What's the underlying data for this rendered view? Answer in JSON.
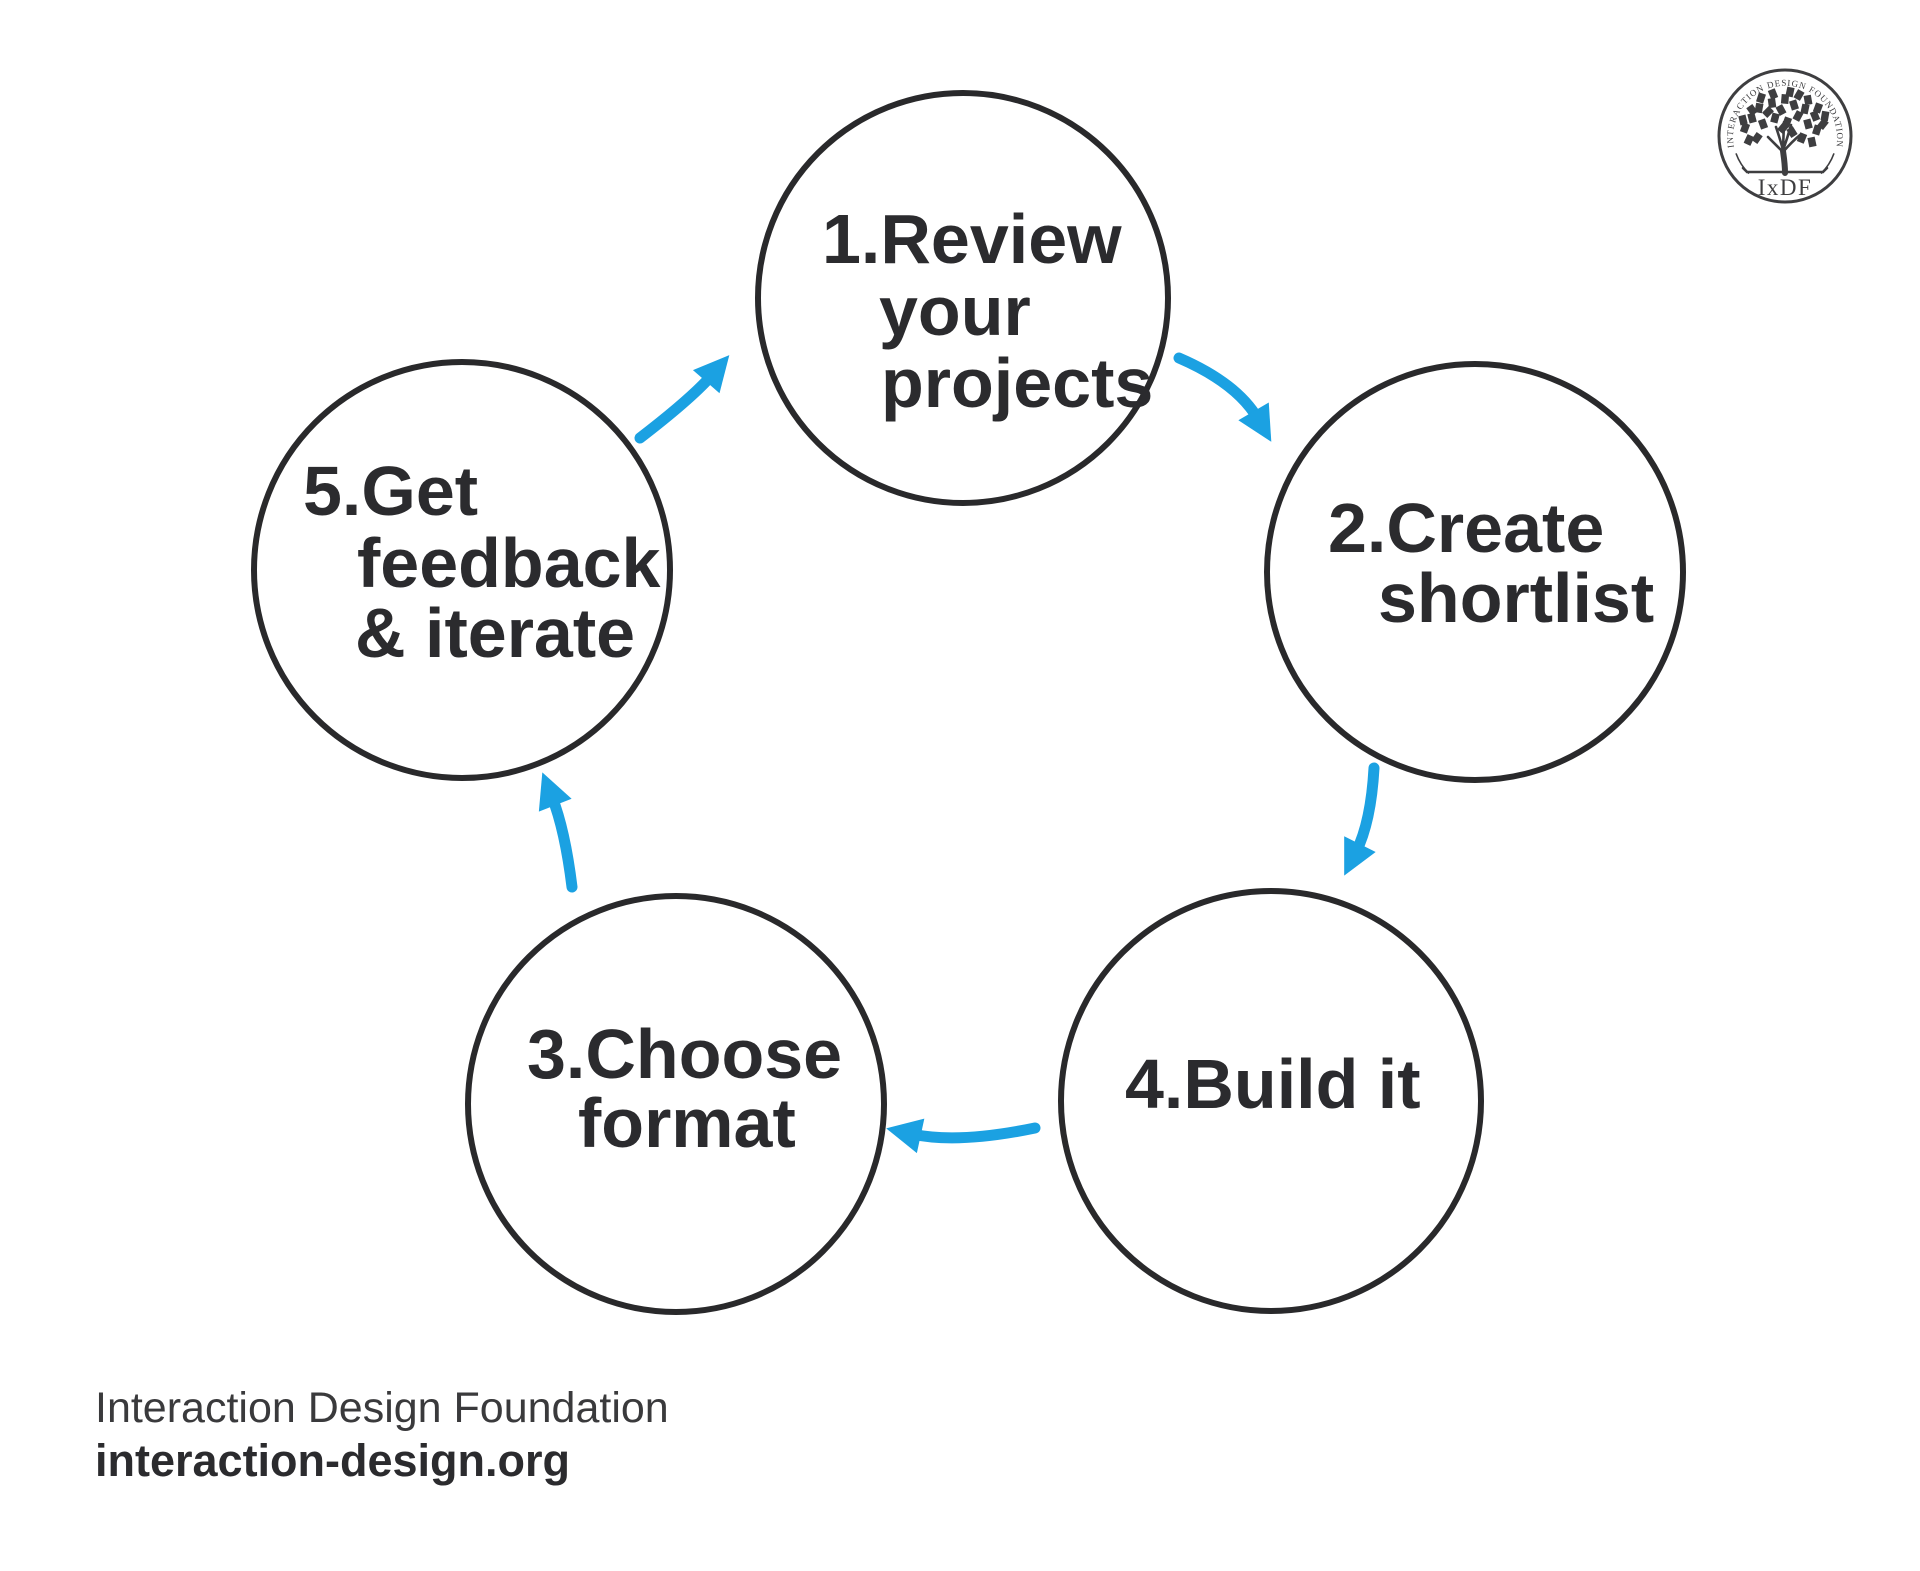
{
  "diagram": {
    "steps": [
      {
        "lines": [
          "1.Review",
          "your",
          "projects"
        ]
      },
      {
        "lines": [
          "2.Create",
          "shortlist"
        ]
      },
      {
        "lines": [
          "3.Choose",
          "format"
        ]
      },
      {
        "lines": [
          "4.Build it"
        ]
      },
      {
        "lines": [
          "5.Get",
          "feedback",
          "& iterate"
        ]
      }
    ],
    "flow": [
      "1 → 2",
      "2 → 4",
      "4 → 3",
      "3 → 5",
      "5 → 1"
    ],
    "arrow_color": "#1ba1e2",
    "ink_color": "#2b2b2e"
  },
  "logo": {
    "arc_text": "INTERACTION DESIGN FOUNDATION",
    "abbr": "IxDF"
  },
  "footer": {
    "org_name": "Interaction Design Foundation",
    "website": "interaction-design.org"
  }
}
